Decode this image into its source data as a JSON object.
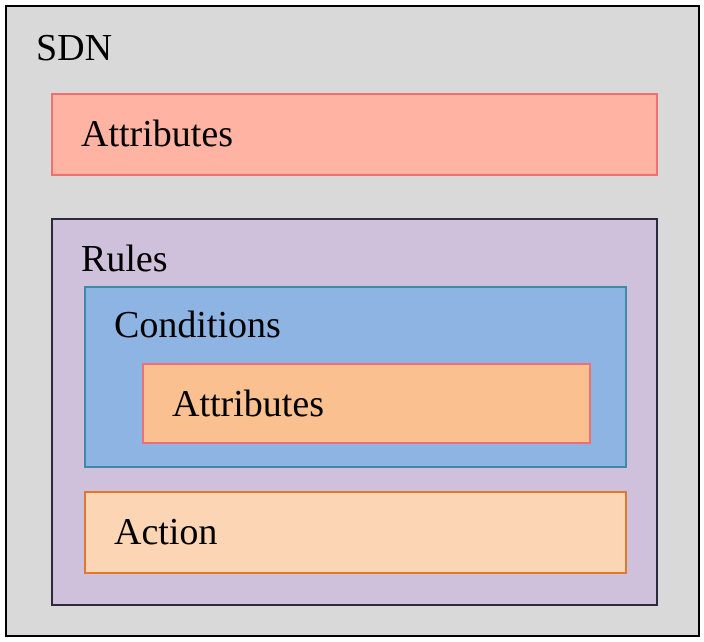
{
  "diagram": {
    "sdn": {
      "label": "SDN",
      "fill": "#d9d9d9"
    },
    "attributes_top": {
      "label": "Attributes",
      "fill": "#ffb3a2"
    },
    "rules": {
      "label": "Rules",
      "fill": "#cfc0db",
      "conditions": {
        "label": "Conditions",
        "fill": "#8db4e2",
        "attributes": {
          "label": "Attributes",
          "fill": "#fac090"
        }
      },
      "action": {
        "label": "Action",
        "fill": "#fcd5b5"
      }
    }
  }
}
